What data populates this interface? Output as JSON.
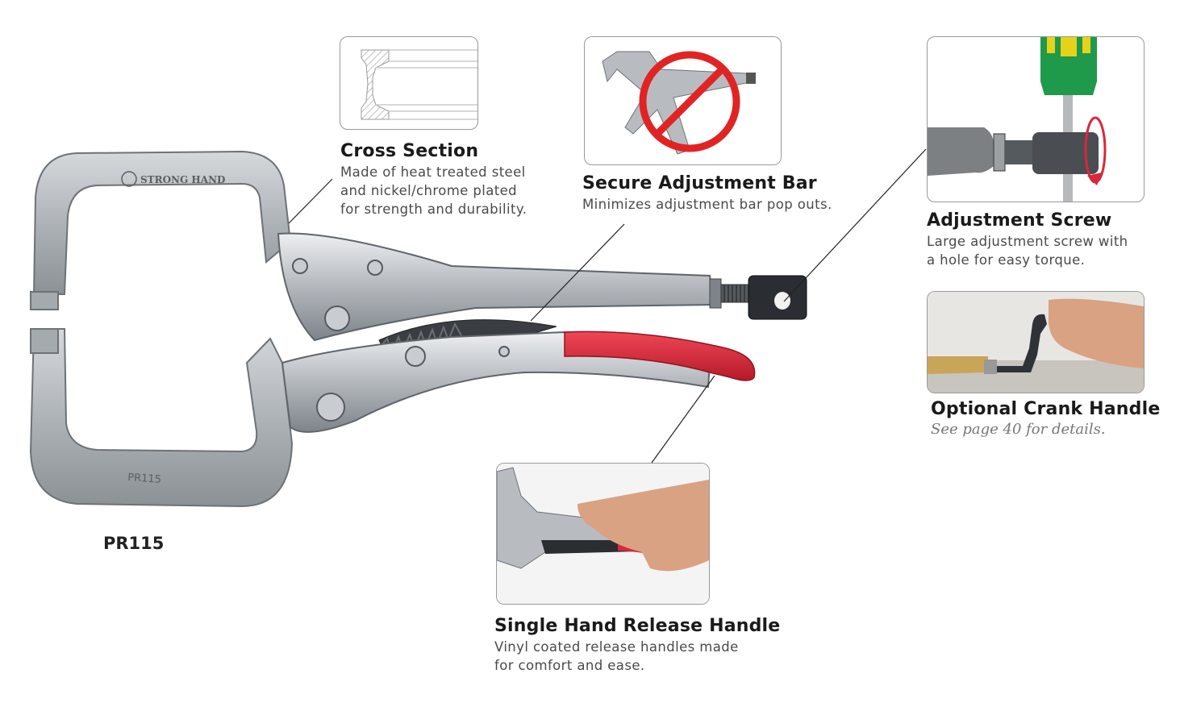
{
  "model": "PR115",
  "tool_engraving": {
    "brand": "STRONG HAND",
    "model": "PR115"
  },
  "features": [
    {
      "id": "cross-section",
      "title": "Cross Section",
      "lines": [
        "Made of heat treated steel",
        "and nickel/chrome plated",
        "for strength and durability."
      ]
    },
    {
      "id": "secure-bar",
      "title": "Secure Adjustment Bar",
      "lines": [
        "Minimizes adjustment bar pop outs."
      ]
    },
    {
      "id": "adjustment-screw",
      "title": "Adjustment Screw",
      "lines": [
        "Large adjustment screw with",
        "a hole for easy torque."
      ]
    },
    {
      "id": "crank-handle",
      "title": "Optional Crank Handle",
      "note": "See page 40 for details."
    },
    {
      "id": "release-handle",
      "title": "Single Hand Release Handle",
      "lines": [
        "Vinyl coated release handles made",
        "for comfort and ease."
      ]
    }
  ],
  "colors": {
    "steel": "#b8bcc0",
    "steel_dark": "#8e9398",
    "handle_red": "#d8283a",
    "screw_green": "#1f9a4a",
    "screw_yellow": "#e7d21a",
    "prohibit_red": "#e02424"
  }
}
